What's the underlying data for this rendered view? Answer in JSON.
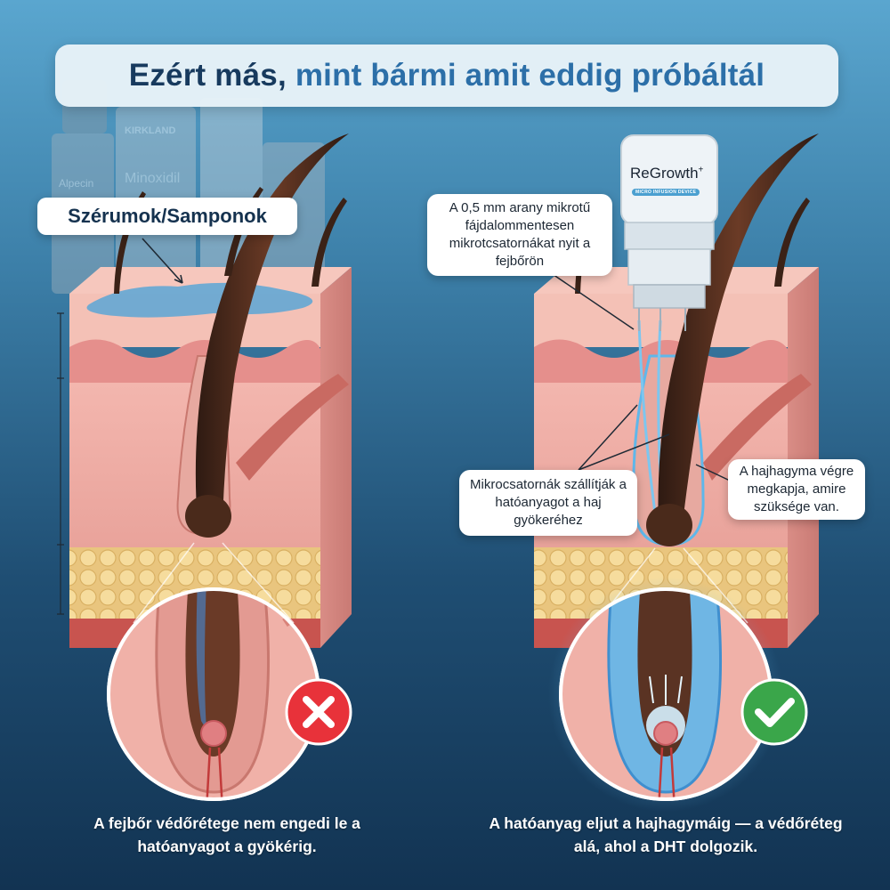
{
  "title": {
    "part1": "Ezért más,",
    "part2": "mint bármi amit eddig próbáltál"
  },
  "left_panel": {
    "serum_label": "Szérumok/Samponok",
    "bottle_labels": [
      "Alpecin",
      "KIRKLAND",
      "Minoxidil"
    ],
    "caption": "A fejbőr védőrétege nem engedi le a hatóanyagot a gyökérig.",
    "status_icon": "x-mark-icon",
    "status_color": "#e8323a"
  },
  "right_panel": {
    "device": {
      "brand": "ReGrowth",
      "brand_mark": "+",
      "subtitle": "MICRO INFUSION DEVICE"
    },
    "callouts": {
      "needles": "A 0,5 mm arany mikrotű fájdalommentesen mikrotcsatornákat nyit a fejbőrön",
      "channels": "Mikrocsatornák szállítják a hatóanyagot a haj gyökeréhez",
      "follicle": "A hajhagyma végre megkapja, amire szüksége van."
    },
    "caption": "A hatóanyag eljut a hajhagymáig — a védőréteg alá, ahol a DHT dolgozik.",
    "status_icon": "check-mark-icon",
    "status_color": "#3aa64a"
  }
}
